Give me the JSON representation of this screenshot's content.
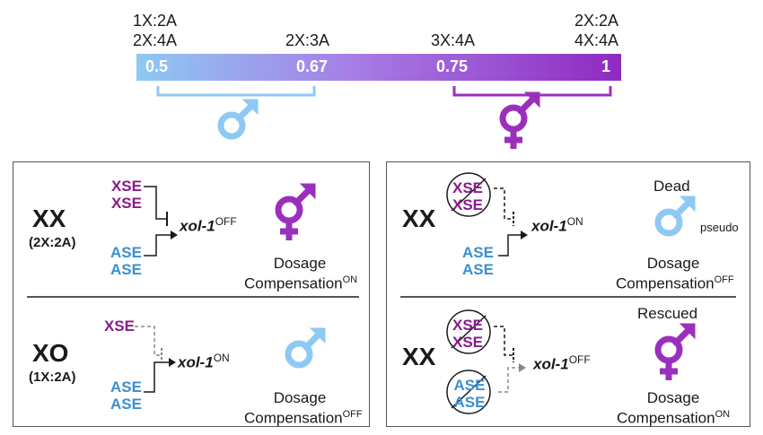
{
  "ratios": {
    "left_top": "1X:2A",
    "left_bottom": "2X:4A",
    "mid_left": "2X:3A",
    "mid_right": "3X:4A",
    "right_top": "2X:2A",
    "right_bottom": "4X:4A"
  },
  "bar_values": [
    "0.5",
    "0.67",
    "0.75",
    "1"
  ],
  "panels": {
    "xx_normal": {
      "genotype": "XX",
      "ratio": "(2X:2A)",
      "xse": [
        "XSE",
        "XSE"
      ],
      "ase": [
        "ASE",
        "ASE"
      ],
      "xol": "xol-1",
      "xol_state": "OFF",
      "dc_line1": "Dosage",
      "dc_line2": "Compensation",
      "dc_state": "ON"
    },
    "xo_normal": {
      "genotype": "XO",
      "ratio": "(1X:2A)",
      "xse": [
        "XSE"
      ],
      "ase": [
        "ASE",
        "ASE"
      ],
      "xol": "xol-1",
      "xol_state": "ON",
      "dc_line1": "Dosage",
      "dc_line2": "Compensation",
      "dc_state": "OFF"
    },
    "xx_dead": {
      "genotype": "XX",
      "xse": [
        "XSE",
        "XSE"
      ],
      "ase": [
        "ASE",
        "ASE"
      ],
      "xol": "xol-1",
      "xol_state": "ON",
      "status": "Dead",
      "pseudo": "pseudo",
      "dc_line1": "Dosage",
      "dc_line2": "Compensation",
      "dc_state": "OFF"
    },
    "xx_rescued": {
      "genotype": "XX",
      "xse": [
        "XSE",
        "XSE"
      ],
      "ase": [
        "ASE",
        "ASE"
      ],
      "xol": "xol-1",
      "xol_state": "OFF",
      "status": "Rescued",
      "dc_line1": "Dosage",
      "dc_line2": "Compensation",
      "dc_state": "ON"
    }
  },
  "colors": {
    "male_blue": "#8ec9f3",
    "herm_purple": "#9b2fbd",
    "xse_purple": "#8b1a8d",
    "ase_blue": "#3b8fd0",
    "bracket_blue": "#8ec9f3",
    "bracket_purple": "#9b2fbd"
  },
  "icons": [
    "male-symbol-icon",
    "hermaphrodite-symbol-icon",
    "crossed-circle-icon",
    "activation-arrow-icon",
    "inhibition-tbar-icon"
  ]
}
